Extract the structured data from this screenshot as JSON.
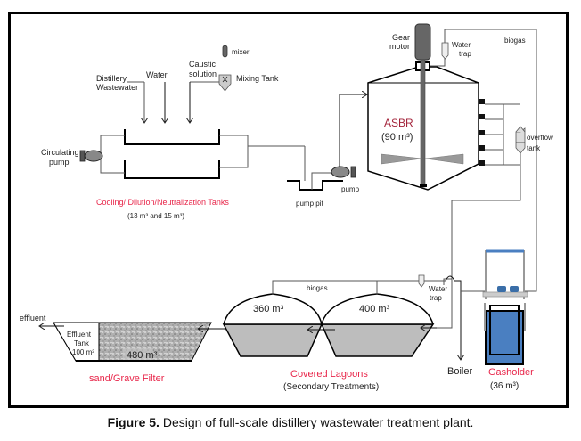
{
  "figure": {
    "caption_label": "Figure 5.",
    "caption_text": " Design of full-scale distillery wastewater treatment plant."
  },
  "labels": {
    "distillery_line1": "Distillery",
    "distillery_line2": "Wastewater",
    "water": "Water",
    "caustic_line1": "Caustic",
    "caustic_line2": "solution",
    "mixer": "mixer",
    "mixing_tank": "Mixing Tank",
    "circulating_pump_line1": "Circulating",
    "circulating_pump_line2": "pump",
    "cooling_tanks": "Cooling/ Dilution/Neutralization Tanks",
    "cooling_tanks_volume": "(13 m³ and 15 m³)",
    "pump_pit": "pump pit",
    "pump": "pump",
    "gear_motor_line1": "Gear",
    "gear_motor_line2": "motor",
    "water_trap_top_line1": "Water",
    "water_trap_top_line2": "trap",
    "biogas_top": "biogas",
    "asbr": "ASBR",
    "asbr_volume": "(90 m³)",
    "overflow_line1": "overflow",
    "overflow_line2": "tank",
    "biogas_bottom": "biogas",
    "water_trap_bottom_line1": "Water",
    "water_trap_bottom_line2": "trap",
    "lagoon1_volume": "360 m³",
    "lagoon2_volume": "400 m³",
    "covered_lagoons": "Covered Lagoons",
    "secondary_treatments": "(Secondary Treatments)",
    "boiler": "Boiler",
    "gasholder": "Gasholder",
    "gasholder_volume": "(36 m³)",
    "effluent": "effluent",
    "effluent_tank_line1": "Effluent",
    "effluent_tank_line2": "Tank",
    "effluent_tank_volume": "100 m³",
    "filter_volume": "480 m³",
    "sand_filter": "sand/Grave Filter"
  },
  "colors": {
    "label_red": "#e8264a",
    "asbr_red": "#a3233a",
    "liquid_gray": "#bdbdbd",
    "gasholder_blue": "#4a7fc1"
  }
}
